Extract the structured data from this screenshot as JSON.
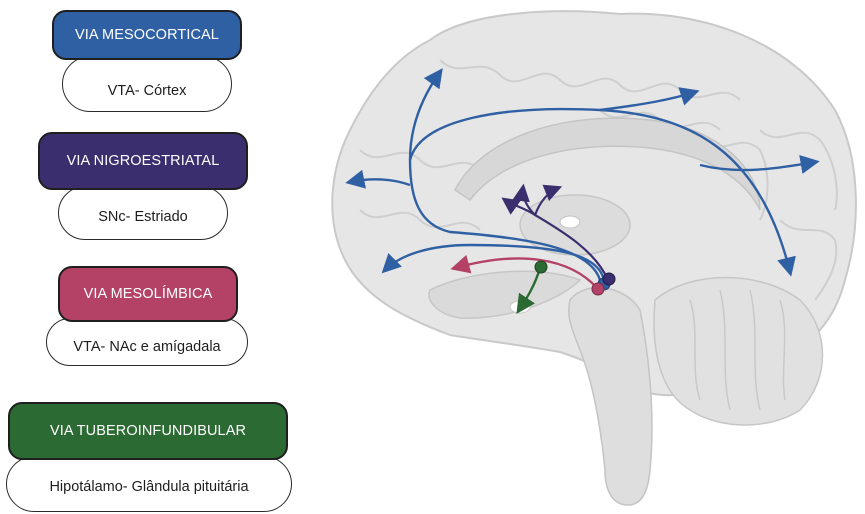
{
  "pathways": [
    {
      "title": "VIA MESOCORTICAL",
      "subtitle": "VTA- Córtex",
      "color": "#2f60a3"
    },
    {
      "title": "VIA NIGROESTRIATAL",
      "subtitle": "SNc- Estriado",
      "color": "#3a2e6e"
    },
    {
      "title": "VIA MESOLÍMBICA",
      "subtitle": "VTA- NAc e amígadala",
      "color": "#b34266"
    },
    {
      "title": "VIA TUBEROINFUNDIBULAR",
      "subtitle": "Hipotálamo- Glândula pituitária",
      "color": "#2c6a33"
    }
  ],
  "colors": {
    "brain_fill": "#e6e6e6",
    "brain_stroke": "#c9c9c9",
    "inner_fill": "#d3d3d3",
    "mesocortical": "#2f60a3",
    "nigrostriatal": "#3a2e6e",
    "mesolimbic": "#b34266",
    "tuberoinfundibular": "#2c6a33"
  }
}
